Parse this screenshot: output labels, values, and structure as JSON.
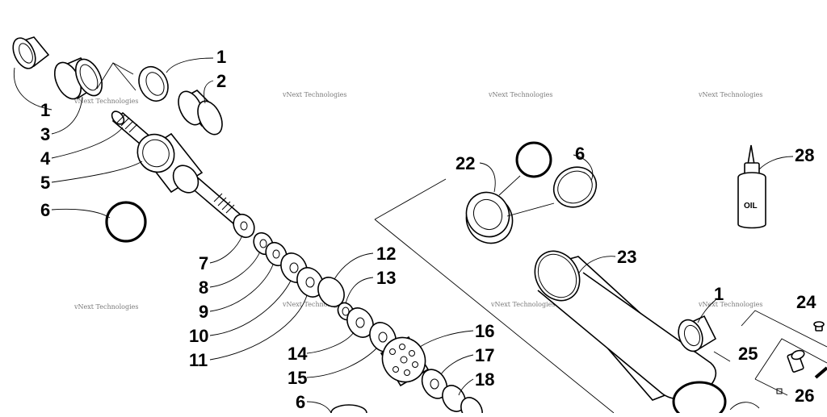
{
  "watermark_text": "vNext Technologies",
  "oil_label": "OIL",
  "callouts": {
    "c1a": "1",
    "c2": "2",
    "c1b": "1",
    "c3": "3",
    "c4": "4",
    "c5": "5",
    "c6a": "6",
    "c7": "7",
    "c8": "8",
    "c9": "9",
    "c10": "10",
    "c11": "11",
    "c12": "12",
    "c13": "13",
    "c14": "14",
    "c15": "15",
    "c16": "16",
    "c17": "17",
    "c18": "18",
    "c6b": "6",
    "c22": "22",
    "c6c": "6",
    "c23": "23",
    "c28": "28",
    "c1c": "1",
    "c24": "24",
    "c25": "25",
    "c26": "26"
  }
}
